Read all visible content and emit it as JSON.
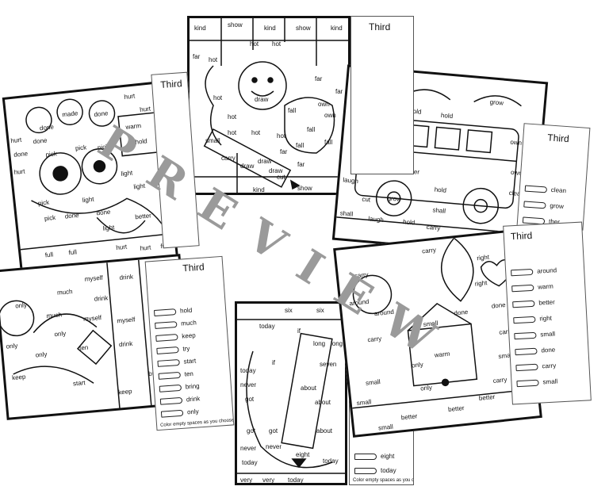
{
  "watermark": "PREVIEW",
  "key_title": "Third",
  "key_caption": "Color empty spaces as you choose.",
  "sheets": {
    "top_center": [
      "kind",
      "show",
      "kind",
      "show",
      "kind",
      "hot",
      "hot",
      "far",
      "hot",
      "draw",
      "hot",
      "hot",
      "hot",
      "own",
      "far",
      "far",
      "fall",
      "own",
      "fall",
      "hot",
      "fall",
      "hot",
      "draw",
      "small",
      "carry",
      "draw",
      "draw",
      "far",
      "fall",
      "far",
      "cut",
      "kind",
      "show"
    ],
    "left": [
      "hurt",
      "made",
      "done",
      "hurt",
      "hurt",
      "done",
      "done",
      "warm",
      "hold",
      "done",
      "hurt",
      "pick",
      "pick",
      "pick",
      "light",
      "light",
      "pick",
      "light",
      "done",
      "pick",
      "done",
      "light",
      "better",
      "full",
      "full",
      "hurt",
      "hurt",
      "full",
      "hurt"
    ],
    "right_top": [
      "grow",
      "own",
      "grow",
      "own",
      "cut",
      "hold",
      "hold",
      "grow",
      "cut",
      "own",
      "hold",
      "together",
      "together",
      "laugh",
      "grow",
      "hold",
      "clean",
      "cut",
      "shall",
      "laugh",
      "hold",
      "carry",
      "shall"
    ],
    "bottom_left": [
      "only",
      "much",
      "myself",
      "drink",
      "drink",
      "much",
      "drink",
      "bring",
      "only",
      "myself",
      "myself",
      "bring",
      "only",
      "only",
      "ten",
      "drink",
      "ten",
      "keep",
      "start",
      "keep",
      "bring"
    ],
    "bottom_center": [
      "six",
      "six",
      "today",
      "if",
      "long",
      "long",
      "today",
      "if",
      "seven",
      "never",
      "about",
      "got",
      "about",
      "got",
      "never",
      "never",
      "got",
      "about",
      "today",
      "eight",
      "today",
      "very",
      "very",
      "today"
    ],
    "bottom_right": [
      "carry",
      "carry",
      "right",
      "around",
      "around",
      "done",
      "carry",
      "right",
      "done",
      "small",
      "warm",
      "only",
      "carry",
      "small",
      "small",
      "small",
      "only",
      "better",
      "better",
      "better",
      "carry",
      "small"
    ]
  },
  "keys": {
    "key_a": [
      "hold",
      "much",
      "keep",
      "try",
      "start",
      "ten",
      "bring",
      "drink",
      "only"
    ],
    "key_b": [
      "clean",
      "grow",
      "ther"
    ],
    "key_c": [
      "around",
      "warm",
      "better",
      "right",
      "small",
      "done",
      "carry",
      "small"
    ],
    "key_d": [
      "eight",
      "today"
    ]
  }
}
